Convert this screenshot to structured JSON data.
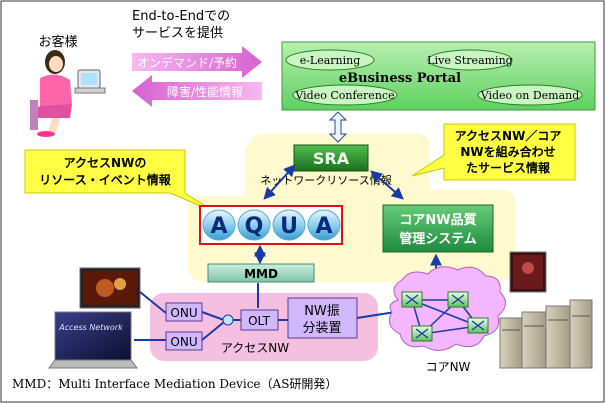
{
  "customer": {
    "label": "お客様"
  },
  "service": {
    "line1": "End-to-Endでの",
    "line2": "サービスを提供",
    "arrow_right": "オンデマンド/予約",
    "arrow_left": "障害/性能情報"
  },
  "portal": {
    "title": "eBusiness Portal",
    "items": [
      "e-Learning",
      "Live Streaming",
      "Video Conference",
      "Video on Demand"
    ]
  },
  "sra": {
    "label": "SRA",
    "caption": "ネットワークリソース情報"
  },
  "callout_left": {
    "line1": "アクセスNWの",
    "line2": "リソース・イベント情報"
  },
  "callout_right": {
    "line1": "アクセスNW／コア",
    "line2": "NWを組み合わせ",
    "line3": "たサービス情報"
  },
  "aqua": {
    "letters": [
      "A",
      "Q",
      "U",
      "A"
    ]
  },
  "core_mgmt": {
    "line1": "コアNW品質",
    "line2": "管理システム"
  },
  "mmd": {
    "label": "MMD"
  },
  "access": {
    "onu_top": "ONU",
    "onu_bottom": "ONU",
    "olt": "OLT",
    "dist_line1": "NW振",
    "dist_line2": "分装置",
    "network_label": "アクセスNW",
    "screen_text": "Access Network"
  },
  "core": {
    "label": "コアNW"
  },
  "footnote": "MMD：Multi Interface Mediation Device（AS研開発）",
  "colors": {
    "portal_green": "#7ee080",
    "sra_green": "#2e8b2e",
    "callout_yellow": "#ffff44",
    "mgmt_green": "#33aa55",
    "access_pink": "#f5c0e0",
    "highlight_yellow": "#fffacd",
    "arrow_pink": "#e070d8",
    "connector_blue": "#1a3aa8",
    "aqua_border": "#e01010"
  }
}
